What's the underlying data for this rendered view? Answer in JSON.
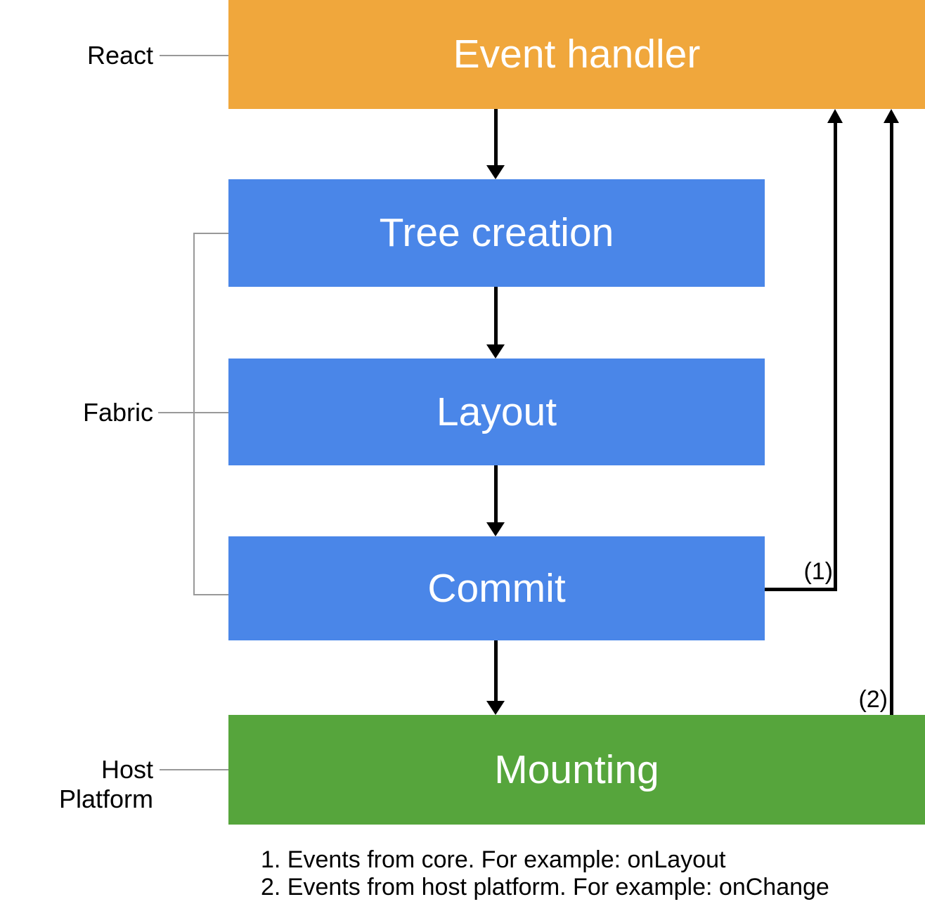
{
  "boxes": {
    "event_handler": "Event handler",
    "tree_creation": "Tree creation",
    "layout": "Layout",
    "commit": "Commit",
    "mounting": "Mounting"
  },
  "side_labels": {
    "react": "React",
    "fabric": "Fabric",
    "host_platform": "Host Platform"
  },
  "arrow_labels": {
    "note1": "(1)",
    "note2": "(2)"
  },
  "footnotes": [
    "1. Events from core. For example: onLayout",
    "2. Events from host platform. For example: onChange"
  ],
  "colors": {
    "react_layer": "#F0A73C",
    "fabric_layer": "#4A86E8",
    "host_platform_layer": "#56A53C",
    "arrow": "#000000",
    "connector_line": "#999999"
  }
}
